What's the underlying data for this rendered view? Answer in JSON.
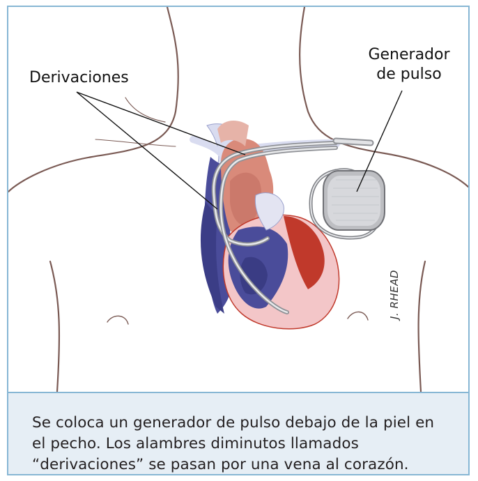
{
  "labels": {
    "derivaciones": "Derivaciones",
    "generador_line1": "Generador",
    "generador_line2": "de pulso"
  },
  "signature": "J. RHEAD",
  "caption": "Se coloca un generador de pulso debajo de la piel en el pecho. Los alambres diminutos llamados “derivaciones” se pasan por una vena al corazón.",
  "colors": {
    "border": "#86b6d4",
    "caption_bg": "#e6eef5",
    "outline": "#7a5a54",
    "vein": "#4a4c9a",
    "artery": "#d98a7a",
    "heart_red": "#c0392b",
    "device": "#b9b9b9"
  }
}
